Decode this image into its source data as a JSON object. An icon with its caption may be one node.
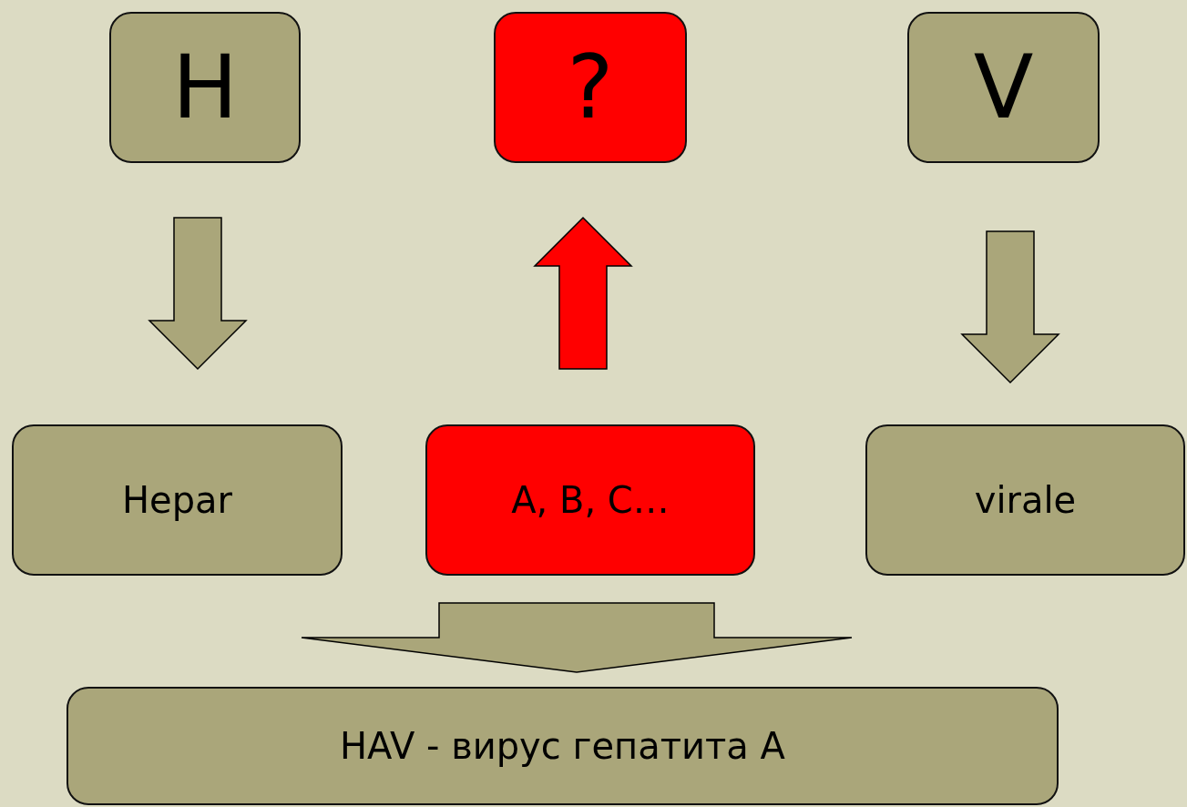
{
  "diagram": {
    "nodes": [
      {
        "text": [
          "H"
        ]
      },
      {
        "text": [
          "?"
        ]
      },
      {
        "text": [
          "V"
        ]
      },
      {
        "text": [
          "Hepar"
        ]
      },
      {
        "text": [
          "A, B, C…"
        ]
      },
      {
        "text": [
          "virale"
        ]
      },
      {
        "text": [
          "HAV - вирус гепатита А"
        ]
      }
    ],
    "edges": [
      {
        "from": 0,
        "to": 3,
        "arrow": "to"
      },
      {
        "from": 4,
        "to": 1,
        "arrow": "to",
        "color": "#ff0000"
      },
      {
        "from": 2,
        "to": 5,
        "arrow": "to"
      },
      {
        "from": 4,
        "to": 6,
        "arrow": "to"
      }
    ]
  }
}
